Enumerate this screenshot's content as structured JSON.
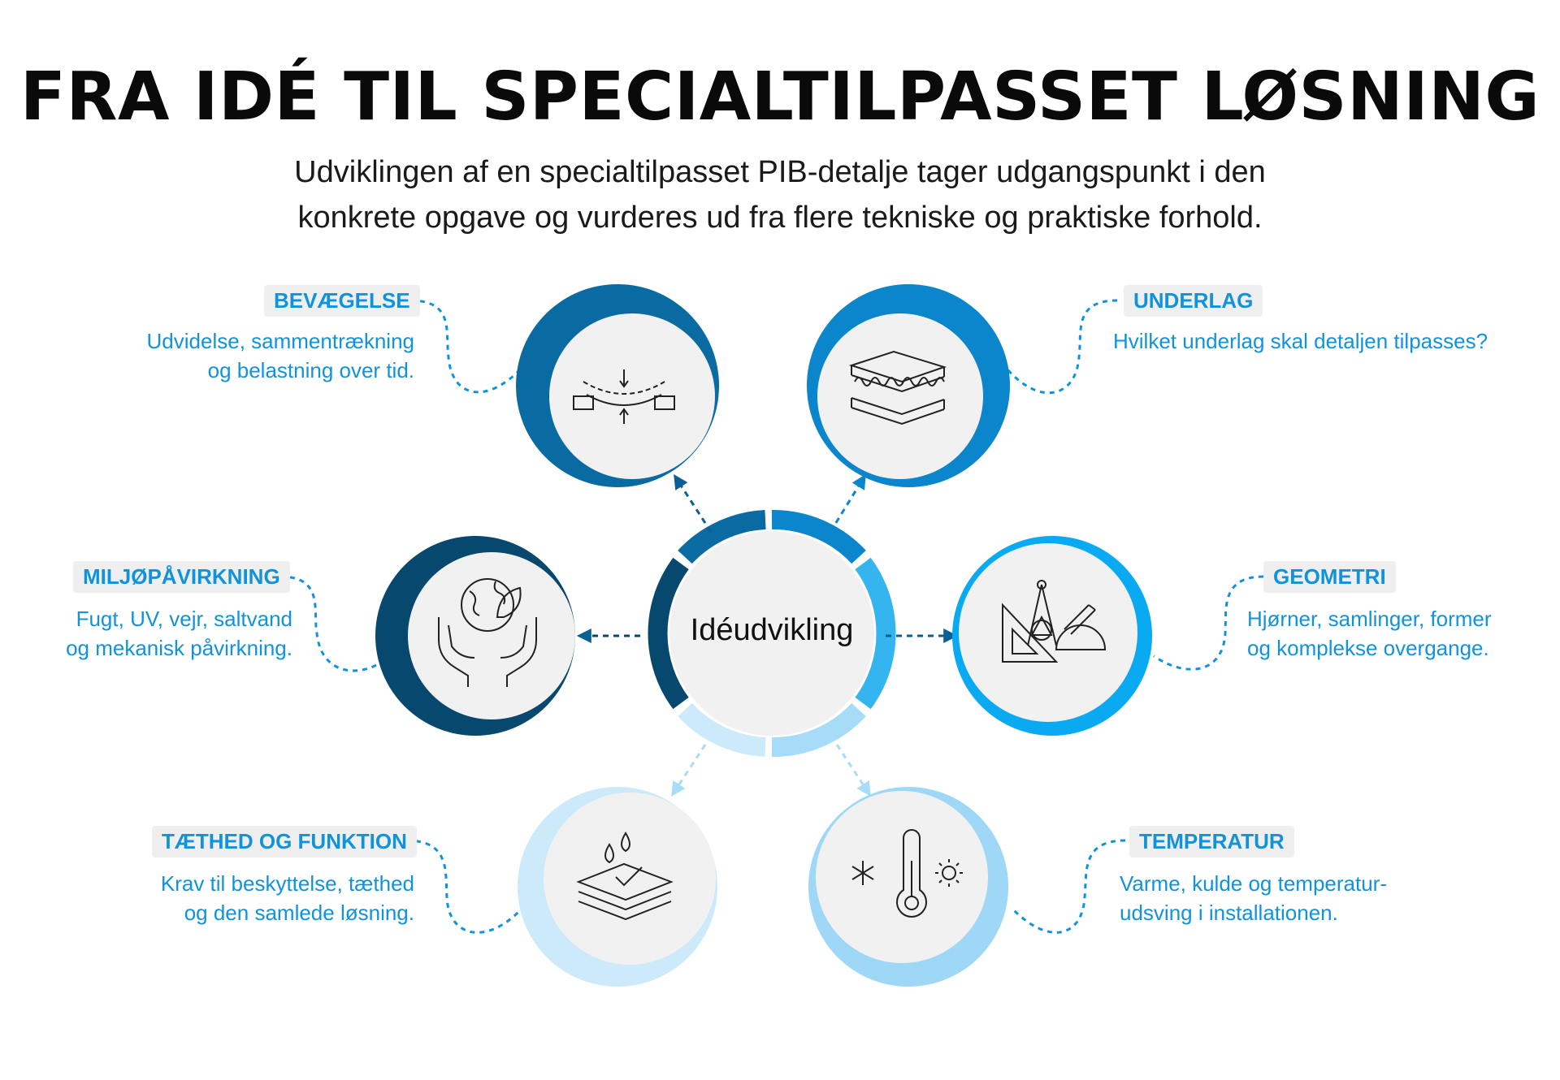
{
  "title": "FRA IDÉ TIL SPECIALTILPASSET LØSNING",
  "subtitle": {
    "line1": "Udviklingen af en specialtilpasset PIB-detalje tager udgangspunkt i den",
    "line2": "konkrete opgave og vurderes ud fra flere tekniske og praktiske forhold."
  },
  "center": {
    "label": "Idéudvikling"
  },
  "nodes": {
    "bevaegelse": {
      "title": "BEVÆGELSE",
      "desc1": "Udvidelse, sammentrækning",
      "desc2": "og belastning over tid.",
      "icon": "beam-bending-icon",
      "color": "#0a6aa2"
    },
    "underlag": {
      "title": "UNDERLAG",
      "desc1": "Hvilket underlag skal detaljen tilpasses?",
      "icon": "material-layers-icon",
      "color": "#0b86cc"
    },
    "miljo": {
      "title": "MILJØPÅVIRKNING",
      "desc1": "Fugt, UV, vejr, saltvand",
      "desc2": "og mekanisk påvirkning.",
      "icon": "hands-globe-leaf-icon",
      "color": "#07486e"
    },
    "geometri": {
      "title": "GEOMETRI",
      "desc1": "Hjørner, samlinger, former",
      "desc2": "og komplekse overgange.",
      "icon": "drafting-tools-icon",
      "color": "#09aaf2"
    },
    "taethed": {
      "title": "TÆTHED OG FUNKTION",
      "desc1": "Krav til beskyttelse, tæthed",
      "desc2": "og den samlede løsning.",
      "icon": "waterproof-layers-icon",
      "color": "#cdeafa"
    },
    "temperatur": {
      "title": "TEMPERATUR",
      "desc1": "Varme, kulde og temperatur-",
      "desc2": "udsving i installationen.",
      "icon": "thermometer-icon",
      "color": "#9fd8f6"
    }
  }
}
